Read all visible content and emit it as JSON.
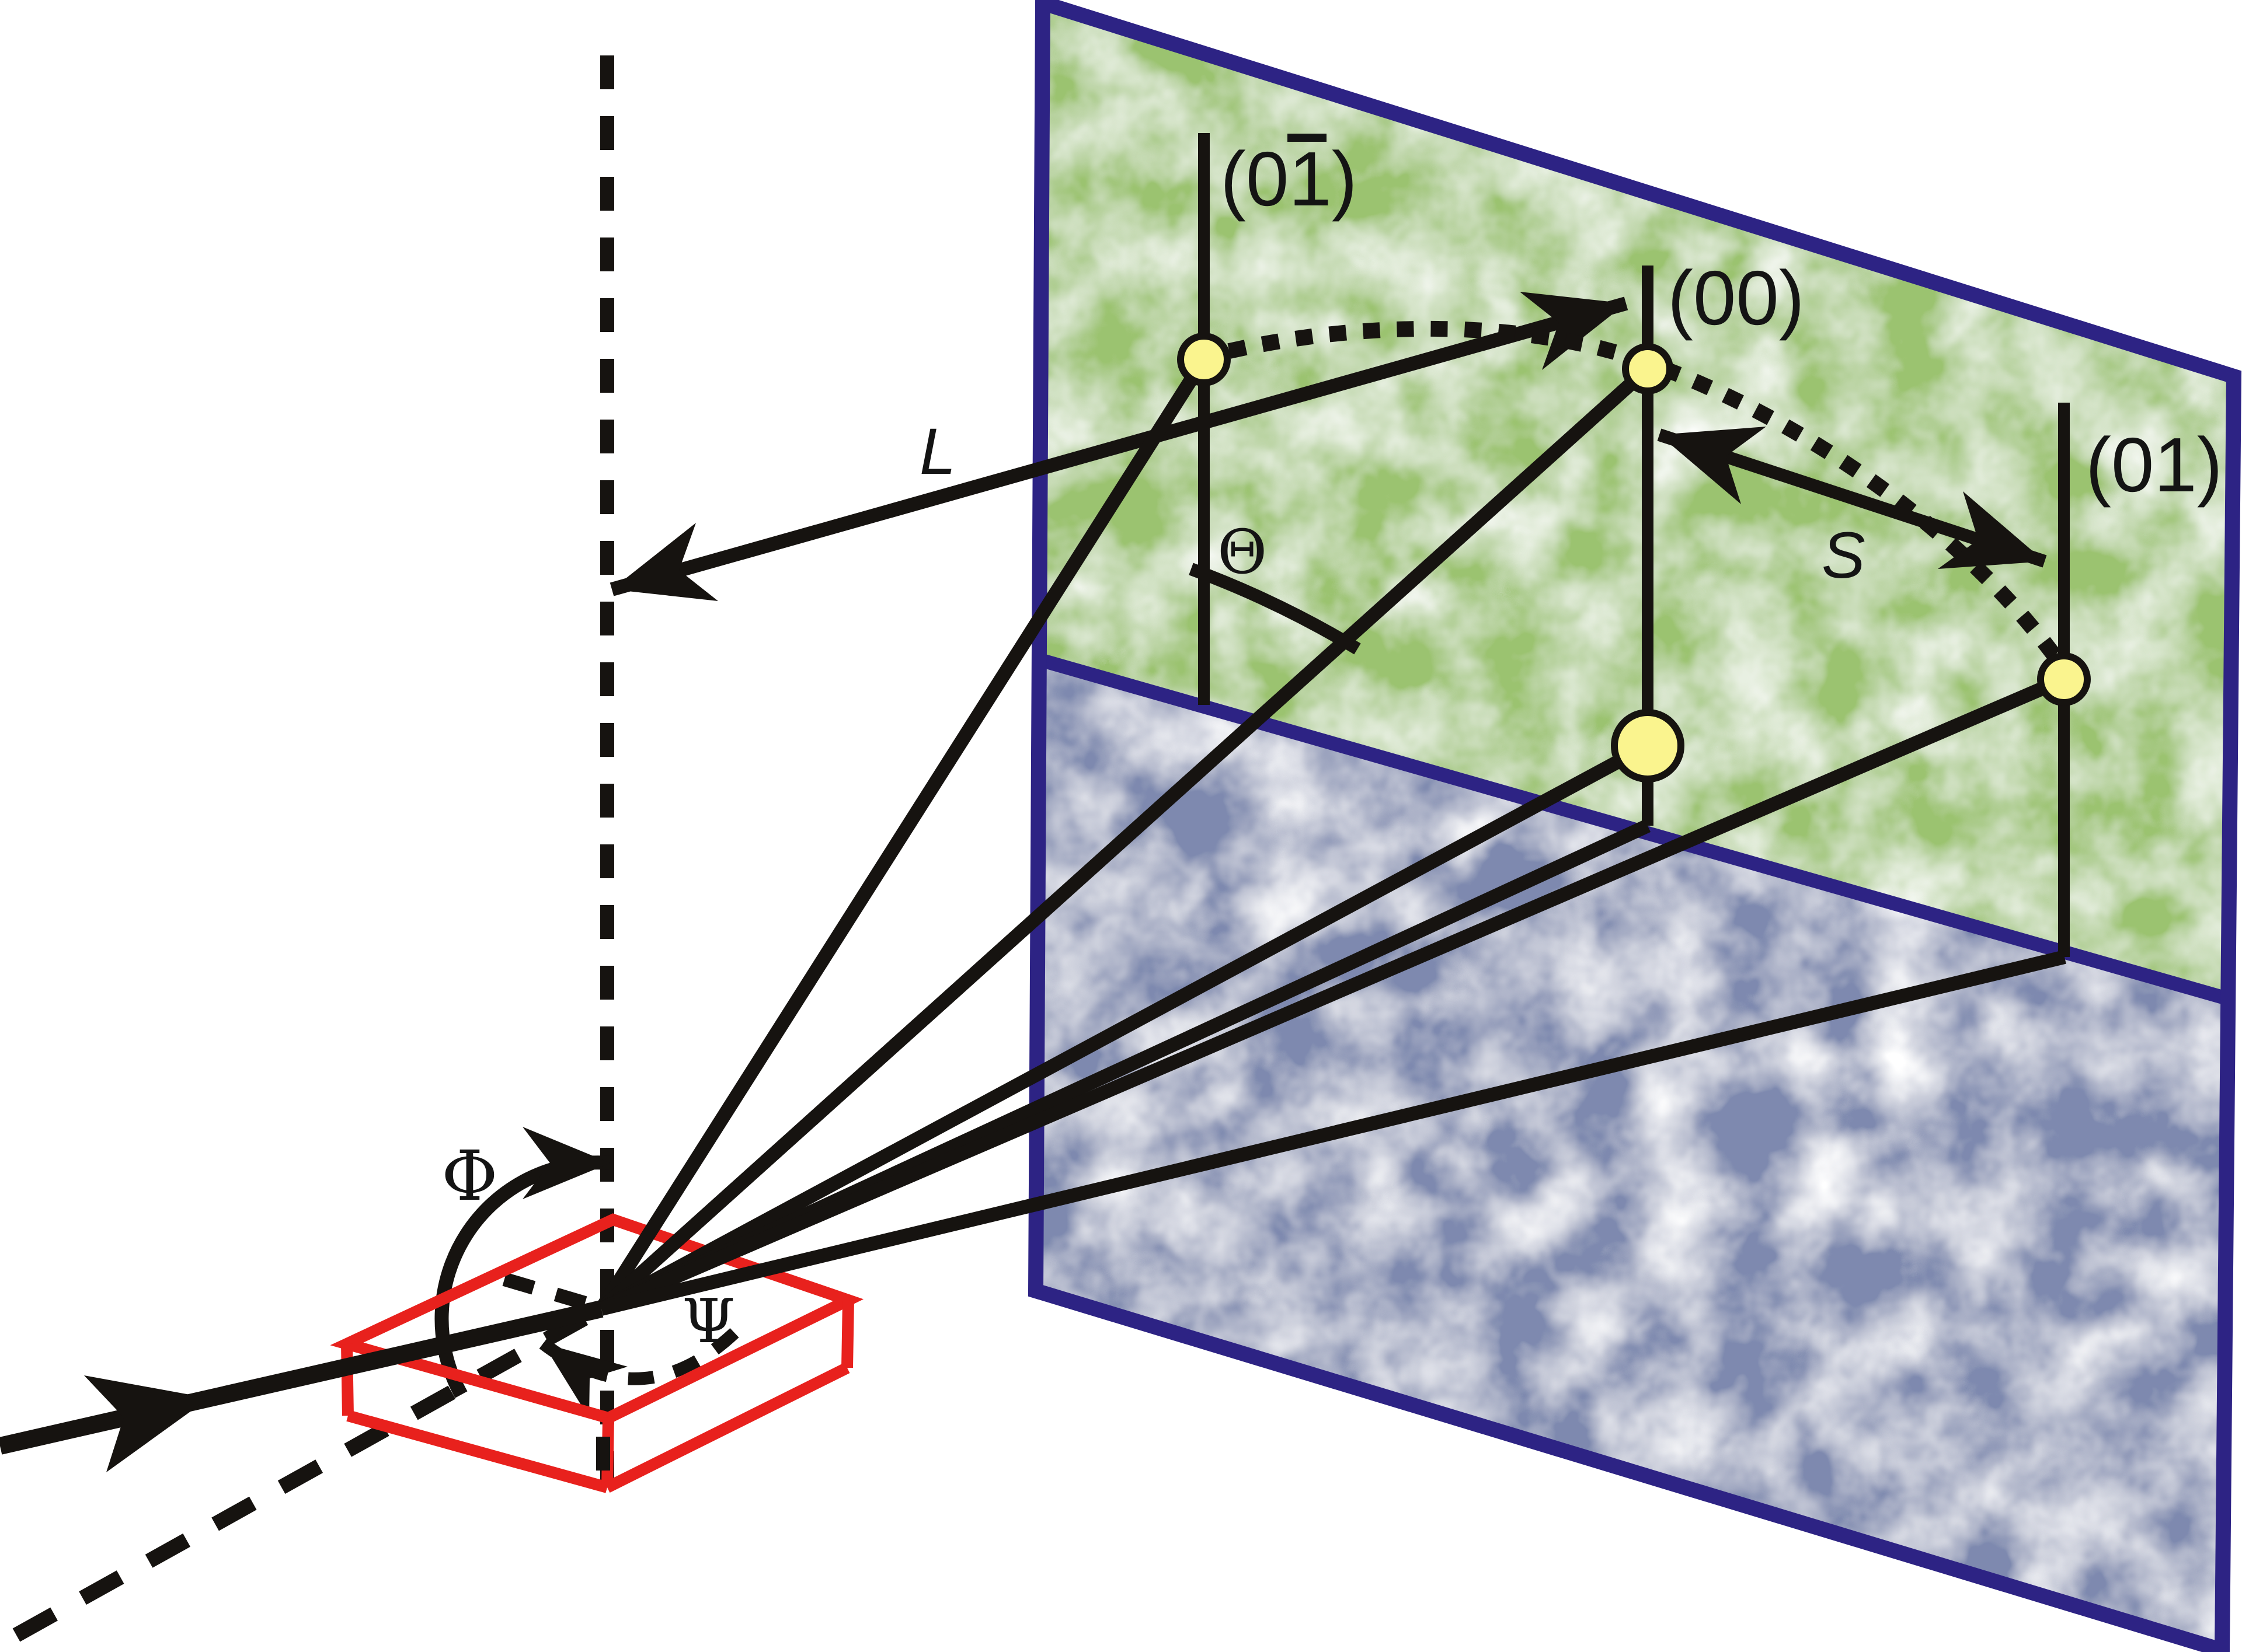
{
  "screen": {
    "border_color": "#2d2384",
    "upper_panel_color": "#9bc370",
    "lower_panel_color": "#7e89af",
    "rod_labels": [
      {
        "text": "(01)",
        "overbar_digit": "1"
      },
      {
        "text": "(00)"
      },
      {
        "text": "(01)"
      }
    ]
  },
  "annotations": {
    "camera_length": "L",
    "scattering_angle": "Θ",
    "streak_spacing": "S",
    "incidence_angle": "Φ",
    "azimuth_angle": "Ψ"
  },
  "sample": {
    "outline_color": "#e8211d"
  },
  "diffraction_spots": {
    "fill_color": "#faf48e",
    "count": 4
  }
}
